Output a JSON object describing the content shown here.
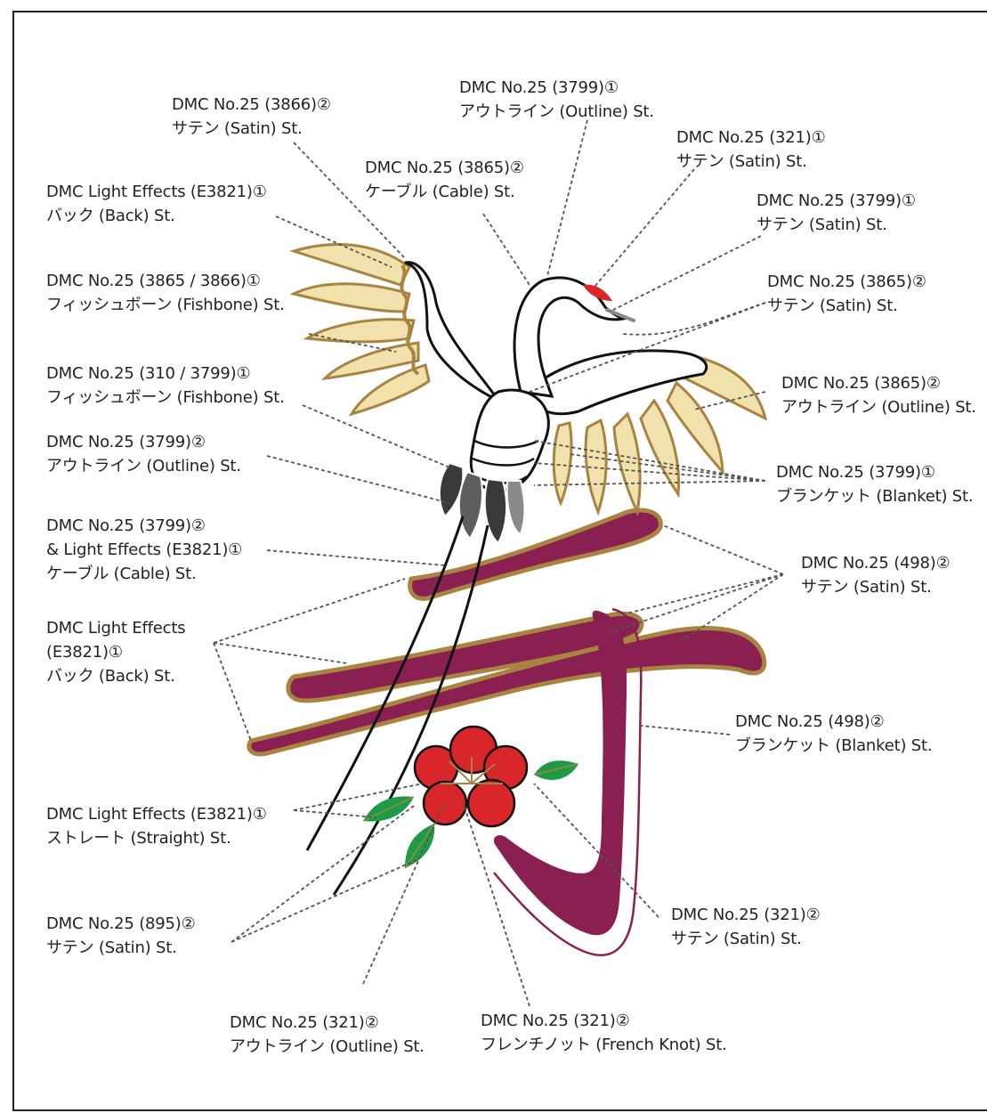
{
  "colors": {
    "plum": "#8a1f52",
    "gold": "#a88440",
    "cream": "#f1e1ac",
    "crest_red": "#d8262a",
    "leaf_green": "#1f9b48",
    "feather_dark": "#3a3a3a",
    "feather_grey": "#8a8a8a",
    "leader_line": "#555555"
  },
  "labels": [
    {
      "id": "l1",
      "lines": [
        "DMC No.25 (3866)②",
        "サテン (Satin) St."
      ]
    },
    {
      "id": "l2",
      "lines": [
        "DMC No.25 (3799)①",
        "アウトライン (Outline) St."
      ]
    },
    {
      "id": "l3",
      "lines": [
        "DMC No.25 (321)①",
        "サテン (Satin) St."
      ]
    },
    {
      "id": "l4",
      "lines": [
        "DMC No.25 (3865)②",
        "ケーブル (Cable) St."
      ]
    },
    {
      "id": "l5",
      "lines": [
        "DMC Light Effects (E3821)①",
        "バック (Back) St."
      ]
    },
    {
      "id": "l6",
      "lines": [
        "DMC No.25 (3799)①",
        "サテン (Satin) St."
      ]
    },
    {
      "id": "l7",
      "lines": [
        "DMC No.25 (3865 / 3866)①",
        "フィッシュボーン (Fishbone) St."
      ]
    },
    {
      "id": "l8",
      "lines": [
        "DMC No.25 (3865)②",
        "サテン (Satin) St."
      ]
    },
    {
      "id": "l9",
      "lines": [
        "DMC No.25 (310 / 3799)①",
        "フィッシュボーン (Fishbone) St."
      ]
    },
    {
      "id": "l10",
      "lines": [
        "DMC No.25 (3865)②",
        "アウトライン (Outline) St."
      ]
    },
    {
      "id": "l11",
      "lines": [
        "DMC No.25 (3799)②",
        "アウトライン (Outline) St."
      ]
    },
    {
      "id": "l12",
      "lines": [
        "DMC No.25 (3799)①",
        "ブランケット (Blanket) St."
      ]
    },
    {
      "id": "l13",
      "lines": [
        "DMC No.25 (3799)②",
        "& Light Effects (E3821)①",
        "ケーブル (Cable) St."
      ]
    },
    {
      "id": "l14",
      "lines": [
        "DMC No.25 (498)②",
        "サテン (Satin) St."
      ]
    },
    {
      "id": "l15",
      "lines": [
        "DMC Light Effects",
        "(E3821)①",
        "バック (Back) St."
      ]
    },
    {
      "id": "l16",
      "lines": [
        "DMC No.25 (498)②",
        "ブランケット (Blanket) St."
      ]
    },
    {
      "id": "l17",
      "lines": [
        "DMC Light Effects (E3821)①",
        "ストレート (Straight) St."
      ]
    },
    {
      "id": "l18",
      "lines": [
        "DMC No.25 (895)②",
        "サテン (Satin) St."
      ]
    },
    {
      "id": "l19",
      "lines": [
        "DMC No.25 (321)②",
        "サテン (Satin) St."
      ]
    },
    {
      "id": "l20",
      "lines": [
        "DMC No.25 (321)②",
        "アウトライン (Outline) St."
      ]
    },
    {
      "id": "l21",
      "lines": [
        "DMC No.25 (321)②",
        "フレンチノット (French Knot) St."
      ]
    }
  ]
}
